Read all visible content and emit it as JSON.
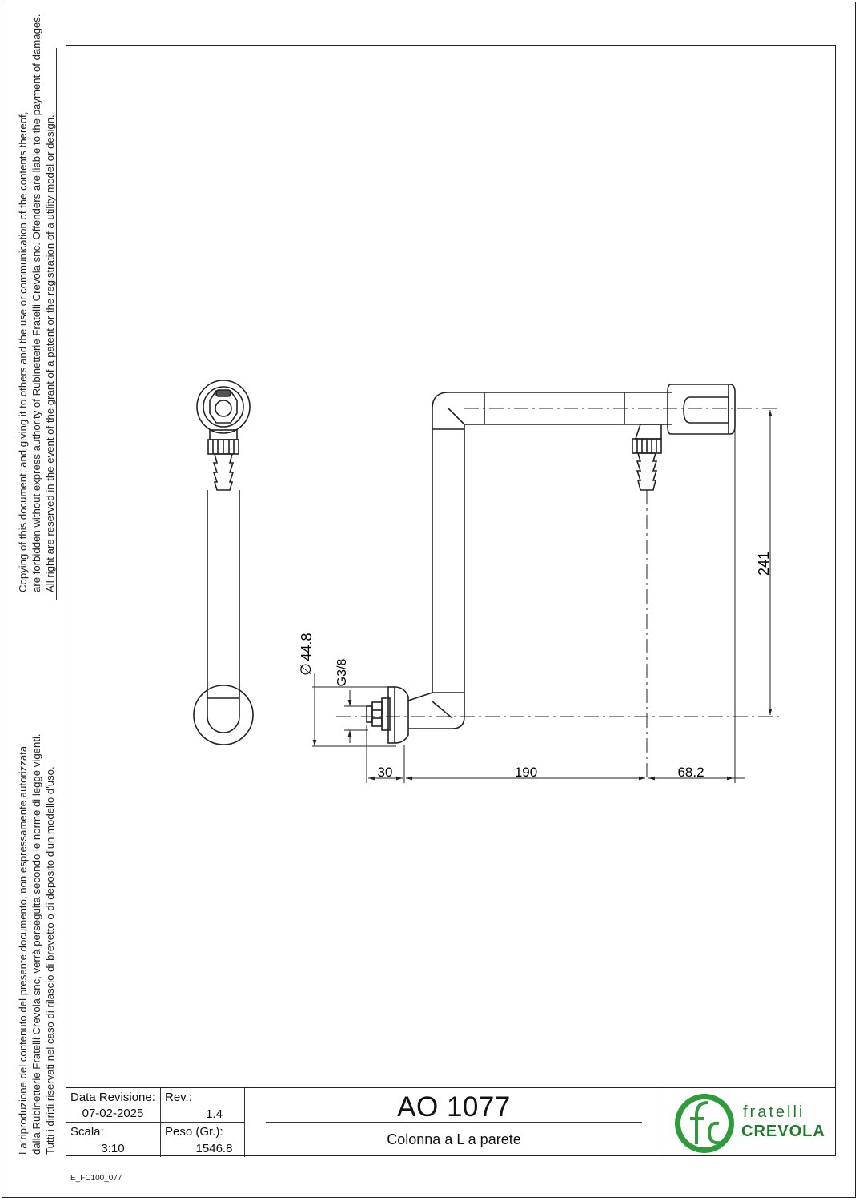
{
  "disclaimer": {
    "english": [
      "Copying of this document, and giving it to others and the use or communication of the contents thereof,",
      "are forbidden without express authority of Rubinetterie Fratelli Crevola snc. Offenders are liable to the payment of damages.",
      "All right are reserved in the event of the grant of a patent or the registration of a utility model or design."
    ],
    "italian": [
      "La riproduzione del contenuto del presente documento, non espressamente autorizzata",
      "dalla Rubinetterie Fratelli Crevola snc, verrà perseguita secondo le norme di legge vigenti.",
      "Tutti i diritti riservati nel caso di rilascio di brevetto o di deposito d'un modello d'uso."
    ]
  },
  "dimensions": {
    "height": "241",
    "diameter": "44.8",
    "thread": "G3/8",
    "depth": "30",
    "reach": "190",
    "offset": "68.2"
  },
  "title_block": {
    "revision_date_label": "Data Revisione:",
    "revision_date": "07-02-2025",
    "rev_label": "Rev.:",
    "rev": "1.4",
    "scale_label": "Scala:",
    "scale": "3:10",
    "weight_label": "Peso (Gr.):",
    "weight": "1546.8",
    "code": "AO 1077",
    "description": "Colonna a L a parete"
  },
  "logo": {
    "line1": "fratelli",
    "line2": "CREVOLA",
    "green": "#2f9b3b",
    "dark_green": "#1f7a2c"
  },
  "footer_code": "E_FC100_077"
}
